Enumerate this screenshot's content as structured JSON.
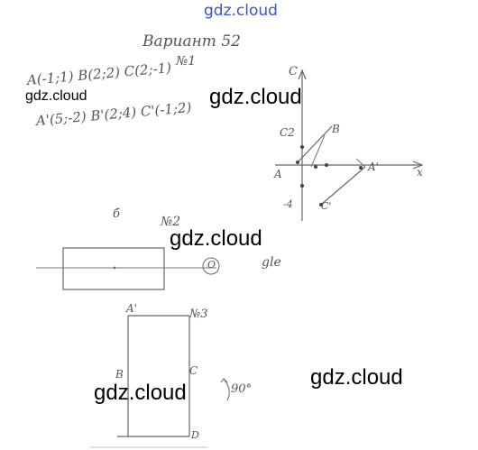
{
  "watermarks": {
    "top": "gdz.cloud",
    "small_left": "gdz.cloud",
    "center_top": "gdz.cloud",
    "center_mid": "gdz.cloud",
    "bottom_left": "gdz.cloud",
    "bottom_right": "gdz.cloud"
  },
  "handwriting": {
    "variant_title": "Вариант 52",
    "task1_label": "№1",
    "task1_line1": "A(-1;1) B(2;2) C(2;-1)",
    "task1_line2": "A'(5;-2) B'(2;4) C'(-1;2)",
    "task2_label": "№2",
    "task2_letter": "б",
    "task2_side_label": "gle",
    "task2_circle": "O",
    "task3_label": "№3",
    "task3_a": "A'",
    "task3_b": "B",
    "task3_c": "C",
    "task3_d": "D",
    "task3_angle": "90°"
  },
  "graph_labels": {
    "y_axis": "C",
    "x_axis": "x",
    "point_b": "B",
    "point_c2": "C2",
    "point_a": "A",
    "point_a_prime": "A'",
    "point_c": "C'",
    "point_neg4": "-4"
  }
}
